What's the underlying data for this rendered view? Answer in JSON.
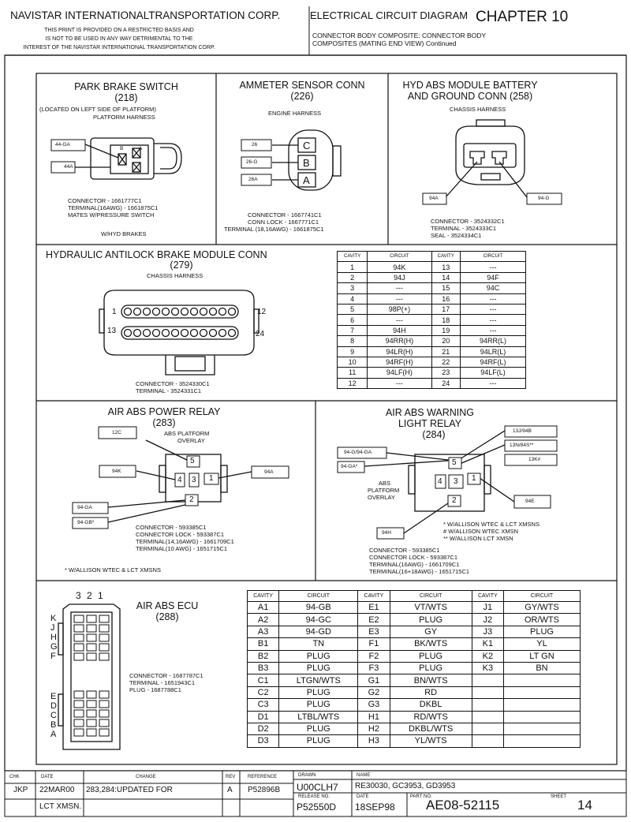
{
  "header": {
    "company": "NAVISTAR INTERNATIONALTRANSPORTATION CORP.",
    "notice": [
      "THIS PRINT IS PROVIDED ON A RESTRICTED BASIS AND",
      "IS NOT TO BE USED IN ANY WAY DETRIMENTAL TO THE",
      "INTEREST OF THE NAVISTAR INTERNATIONAL TRANSPORTATION CORP."
    ],
    "doc_title": "ELECTRICAL CIRCUIT DIAGRAM",
    "chapter": "CHAPTER 10",
    "subtitle": [
      "CONNECTOR BODY COMPOSITE: CONNECTOR BODY",
      "COMPOSITES (MATING END VIEW) Continued"
    ]
  },
  "park_brake": {
    "title": "PARK BRAKE SWITCH",
    "num": "(218)",
    "location": "(LOCATED ON LEFT SIDE OF PLATFORM)",
    "harness": "PLATFORM HARNESS",
    "wires": [
      "44-GA",
      "44A"
    ],
    "pins": [
      "B",
      "A"
    ],
    "notes": [
      "CONNECTOR - 1661777C1",
      "TERMINAL(16AWG) - 1661875C1",
      "MATES W/PRESSURE SWITCH"
    ],
    "footnote": "W/HYD BRAKES"
  },
  "ammeter": {
    "title": "AMMETER SENSOR CONN",
    "num": "(226)",
    "harness": "ENGINE HARNESS",
    "wires": [
      "26",
      "26-G",
      "26A"
    ],
    "pins": [
      "C",
      "B",
      "A"
    ],
    "notes": [
      "CONNECTOR - 1667741C1",
      "CONN LOCK - 1667771C1",
      "TERMINAL (18,16AWG) - 1661875C1"
    ]
  },
  "hyd_abs_batt": {
    "title": [
      "HYD ABS MODULE BATTERY",
      "AND GROUND CONN (258)"
    ],
    "harness": "CHASSIS HARNESS",
    "wires": [
      "94A",
      "94-G"
    ],
    "notes": [
      "CONNECTOR - 3524332C1",
      "TERMINAL - 3524333C1",
      "SEAL - 3524334C1"
    ]
  },
  "habm": {
    "title": "HYDRAULIC ANTILOCK BRAKE MODULE CONN",
    "num": "(279)",
    "harness": "CHASSIS HARNESS",
    "pin_labels": [
      "1",
      "12",
      "13",
      "24"
    ],
    "notes": [
      "CONNECTOR - 3524330C1",
      "TERMINAL - 3524331C1"
    ],
    "table_headers": [
      "CAVITY",
      "CIRCUIT",
      "CAVITY",
      "CIRCUIT"
    ],
    "rows": [
      [
        "1",
        "94K",
        "13",
        "---"
      ],
      [
        "2",
        "94J",
        "14",
        "94F"
      ],
      [
        "3",
        "---",
        "15",
        "94C"
      ],
      [
        "4",
        "---",
        "16",
        "---"
      ],
      [
        "5",
        "98P(+)",
        "17",
        "---"
      ],
      [
        "6",
        "---",
        "18",
        "---"
      ],
      [
        "7",
        "94H",
        "19",
        "---"
      ],
      [
        "8",
        "94RR(H)",
        "20",
        "94RR(L)"
      ],
      [
        "9",
        "94LR(H)",
        "21",
        "94LR(L)"
      ],
      [
        "10",
        "94RF(H)",
        "22",
        "94RF(L)"
      ],
      [
        "11",
        "94LF(H)",
        "23",
        "94LF(L)"
      ],
      [
        "12",
        "---",
        "24",
        "---"
      ]
    ]
  },
  "air_power_relay": {
    "title": "AIR ABS POWER RELAY",
    "num": "(283)",
    "overlay": [
      "ABS PLATFORM",
      "OVERLAY"
    ],
    "wires": [
      "12C",
      "94K",
      "94A",
      "94-GA",
      "94-GB*"
    ],
    "pins": [
      "5",
      "4",
      "3",
      "1",
      "2"
    ],
    "notes": [
      "CONNECTOR - 593385C1",
      "CONNECTOR LOCK - 593387C1",
      "TERMINAL(14,16AWG) - 1661709C1",
      "TERMINAL(10 AWG) - 1651715C1"
    ],
    "footnote": "* W/ALLISON WTEC & LCT XMSNS"
  },
  "air_warning_relay": {
    "title": [
      "AIR ABS WARNING",
      "LIGHT RELAY"
    ],
    "num": "(284)",
    "overlay": [
      "ABS",
      "PLATFORM",
      "OVERLAY"
    ],
    "wires": [
      "94-G/94-GA",
      "94-GA*",
      "13J/94B",
      "13N/84S**",
      "13K#",
      "94E",
      "94H"
    ],
    "pins": [
      "5",
      "4",
      "3",
      "1",
      "2"
    ],
    "footnotes": [
      "* W/ALLISON WTEC & LCT XMSNS",
      "# W/ALLISON WTEC XMSN",
      "** W/ALLISON LCT XMSN"
    ],
    "notes": [
      "CONNECTOR - 593385C1",
      "CONNECTOR LOCK - 593387C1",
      "TERMINAL(16AWG) - 1661709C1",
      "TERMINAL(16+18AWG) - 1651715C1"
    ]
  },
  "air_abs_ecu": {
    "title": "AIR ABS ECU",
    "num": "(288)",
    "col_labels": [
      "3",
      "2",
      "1"
    ],
    "row_labels_top": [
      "K",
      "J",
      "H",
      "G",
      "F"
    ],
    "row_labels_bottom": [
      "E",
      "D",
      "C",
      "B",
      "A"
    ],
    "notes": [
      "CONNECTOR - 1687787C1",
      "TERMINAL - 1651943C1",
      "PLUG - 1687788C1"
    ],
    "table_headers": [
      "CAVITY",
      "CIRCUIT",
      "CAVITY",
      "CIRCUIT",
      "CAVITY",
      "CIRCUIT"
    ],
    "rows": [
      [
        "A1",
        "94-GB",
        "E1",
        "VT/WTS",
        "J1",
        "GY/WTS"
      ],
      [
        "A2",
        "94-GC",
        "E2",
        "PLUG",
        "J2",
        "OR/WTS"
      ],
      [
        "A3",
        "94-GD",
        "E3",
        "GY",
        "J3",
        "PLUG"
      ],
      [
        "B1",
        "TN",
        "F1",
        "BK/WTS",
        "K1",
        "YL"
      ],
      [
        "B2",
        "PLUG",
        "F2",
        "PLUG",
        "K2",
        "LT GN"
      ],
      [
        "B3",
        "PLUG",
        "F3",
        "PLUG",
        "K3",
        "BN"
      ],
      [
        "C1",
        "LTGN/WTS",
        "G1",
        "BN/WTS",
        "",
        ""
      ],
      [
        "C2",
        "PLUG",
        "G2",
        "RD",
        "",
        ""
      ],
      [
        "C3",
        "PLUG",
        "G3",
        "DKBL",
        "",
        ""
      ],
      [
        "D1",
        "LTBL/WTS",
        "H1",
        "RD/WTS",
        "",
        ""
      ],
      [
        "D2",
        "PLUG",
        "H2",
        "DKBL/WTS",
        "",
        ""
      ],
      [
        "D3",
        "PLUG",
        "H3",
        "YL/WTS",
        "",
        ""
      ]
    ]
  },
  "title_block": {
    "headers": {
      "chk": "CHK",
      "date": "DATE",
      "change": "CHANGE",
      "rev": "REV",
      "reference": "REFERENCE",
      "drawn": "DRAWN",
      "name": "NAME",
      "release": "RELEASE NO.",
      "date2": "DATE",
      "part": "PART NO.",
      "sheet": "SHEET"
    },
    "chk": "JKP",
    "date": "22MAR00",
    "change": [
      "283,284:UPDATED FOR",
      "LCT XMSN."
    ],
    "rev": "A",
    "reference": "P52896B",
    "drawn": "U00CLH7",
    "name": "RE30030, GC3953, GD3953",
    "release": "P52550D",
    "date2": "18SEP98",
    "part": "AE08-52115",
    "sheet": "14"
  }
}
